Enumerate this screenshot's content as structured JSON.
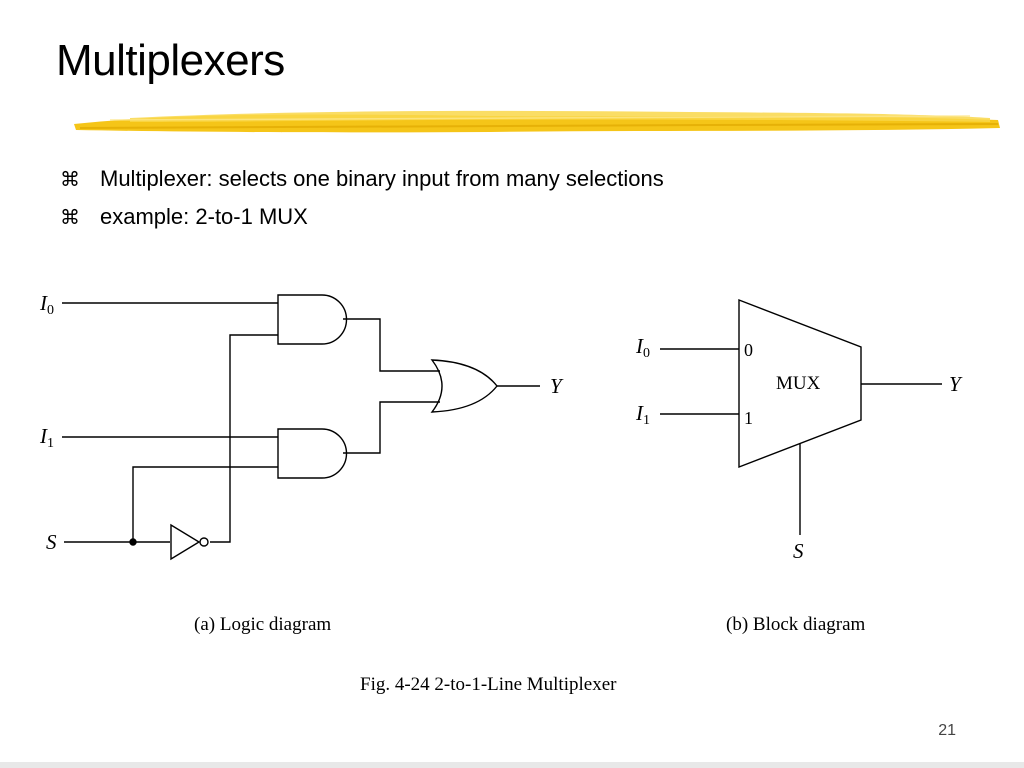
{
  "slide": {
    "title": "Multiplexers",
    "page_number": "21",
    "accent_color": "#f5c518"
  },
  "bullets": [
    {
      "icon": "command-key-icon",
      "text": "Multiplexer: selects one binary input from  many selections"
    },
    {
      "icon": "command-key-icon",
      "text": "example: 2-to-1 MUX"
    }
  ],
  "logic_diagram": {
    "input_i": "I",
    "sub_0": "0",
    "sub_1": "1",
    "select": "S",
    "output": "Y",
    "caption": "(a) Logic diagram"
  },
  "block_diagram": {
    "input_i": "I",
    "sub_0": "0",
    "sub_1": "1",
    "port_0": "0",
    "port_1": "1",
    "label": "MUX",
    "output": "Y",
    "select": "S",
    "caption": "(b) Block diagram"
  },
  "figure_caption": "Fig. 4-24  2-to-1-Line Multiplexer"
}
